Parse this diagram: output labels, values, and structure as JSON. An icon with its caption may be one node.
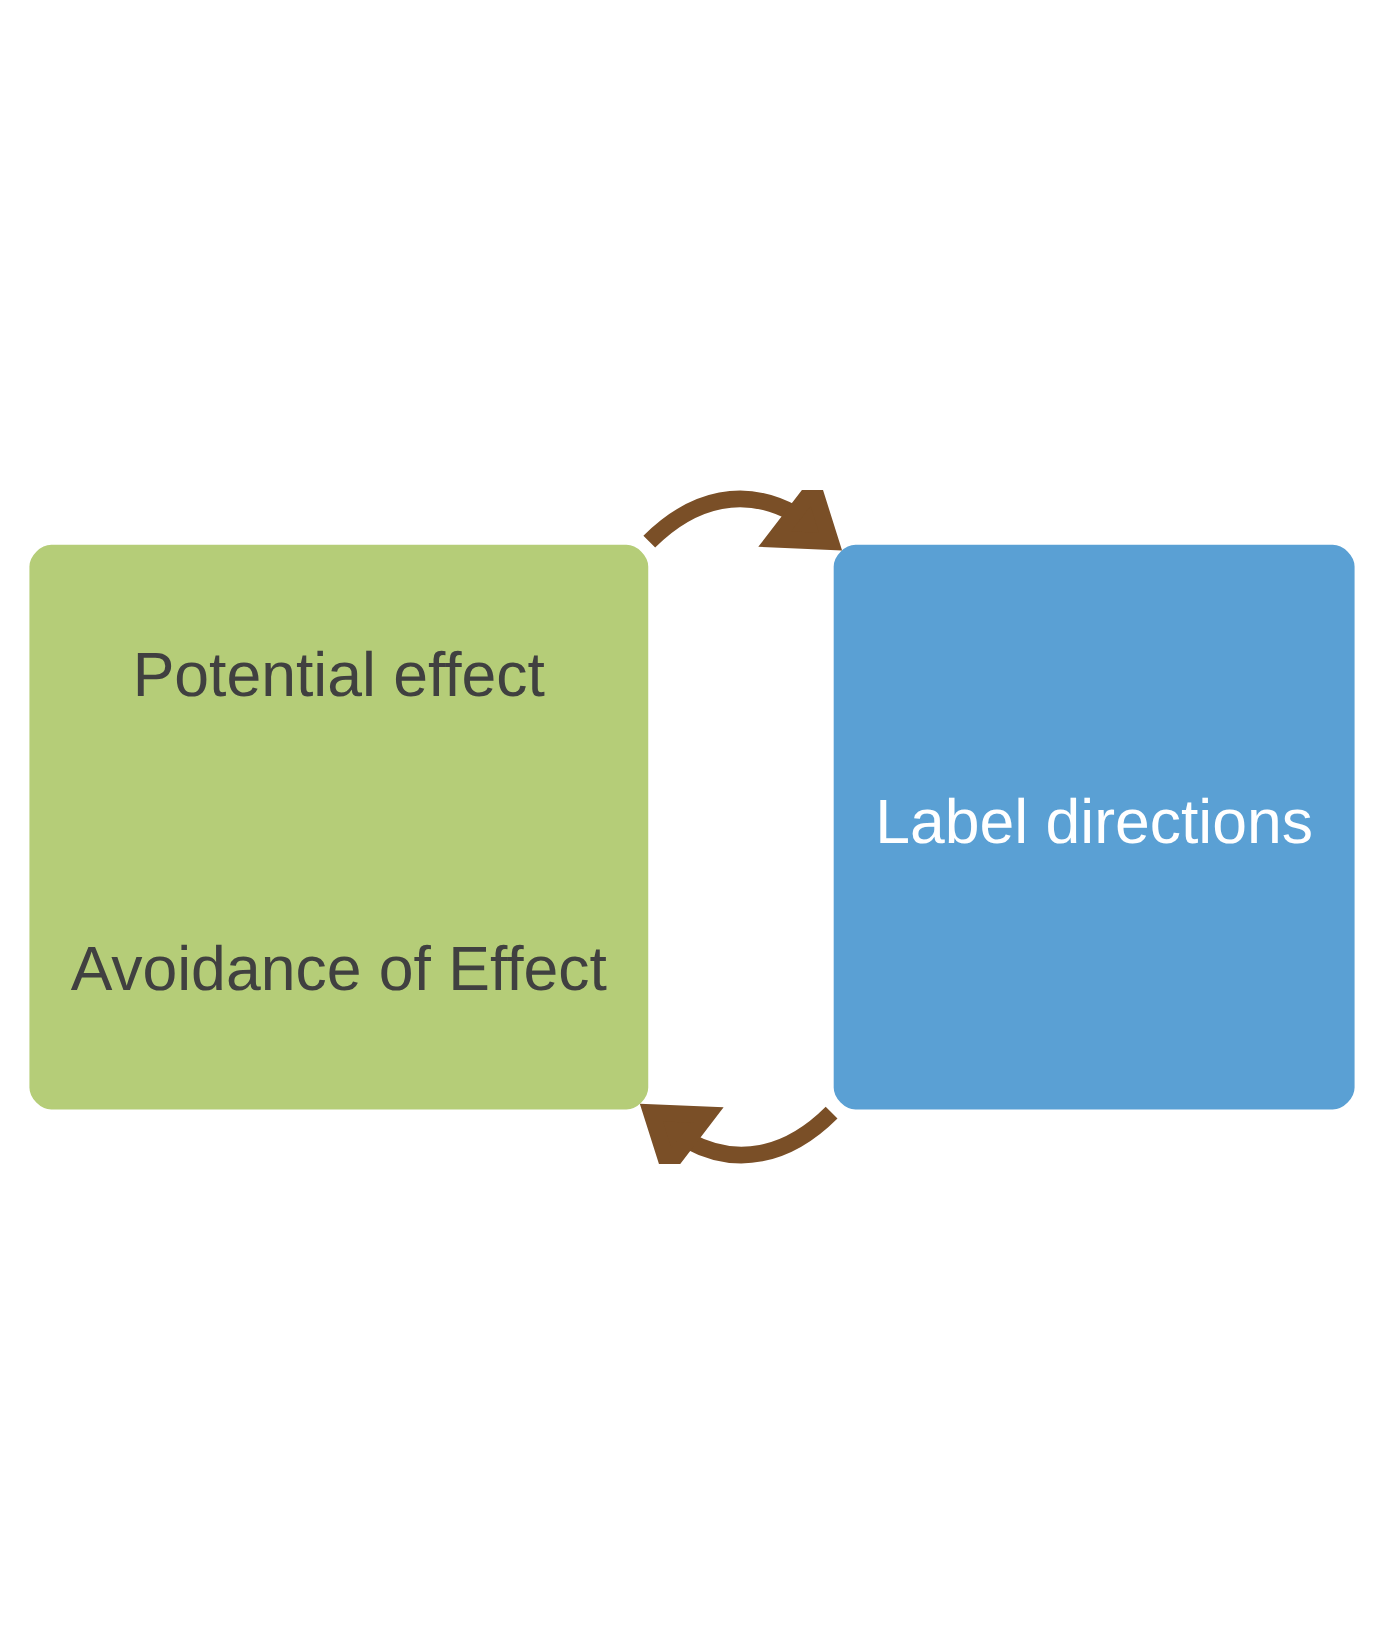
{
  "diagram": {
    "nodes": [
      {
        "text": [
          "Potential effect",
          "Avoidance of Effect"
        ]
      },
      {
        "text": [
          "Label directions"
        ]
      }
    ],
    "edges": [
      {
        "from": 0,
        "to": 1,
        "arrow": "to"
      },
      {
        "from": 1,
        "to": 0,
        "arrow": "to"
      }
    ]
  }
}
